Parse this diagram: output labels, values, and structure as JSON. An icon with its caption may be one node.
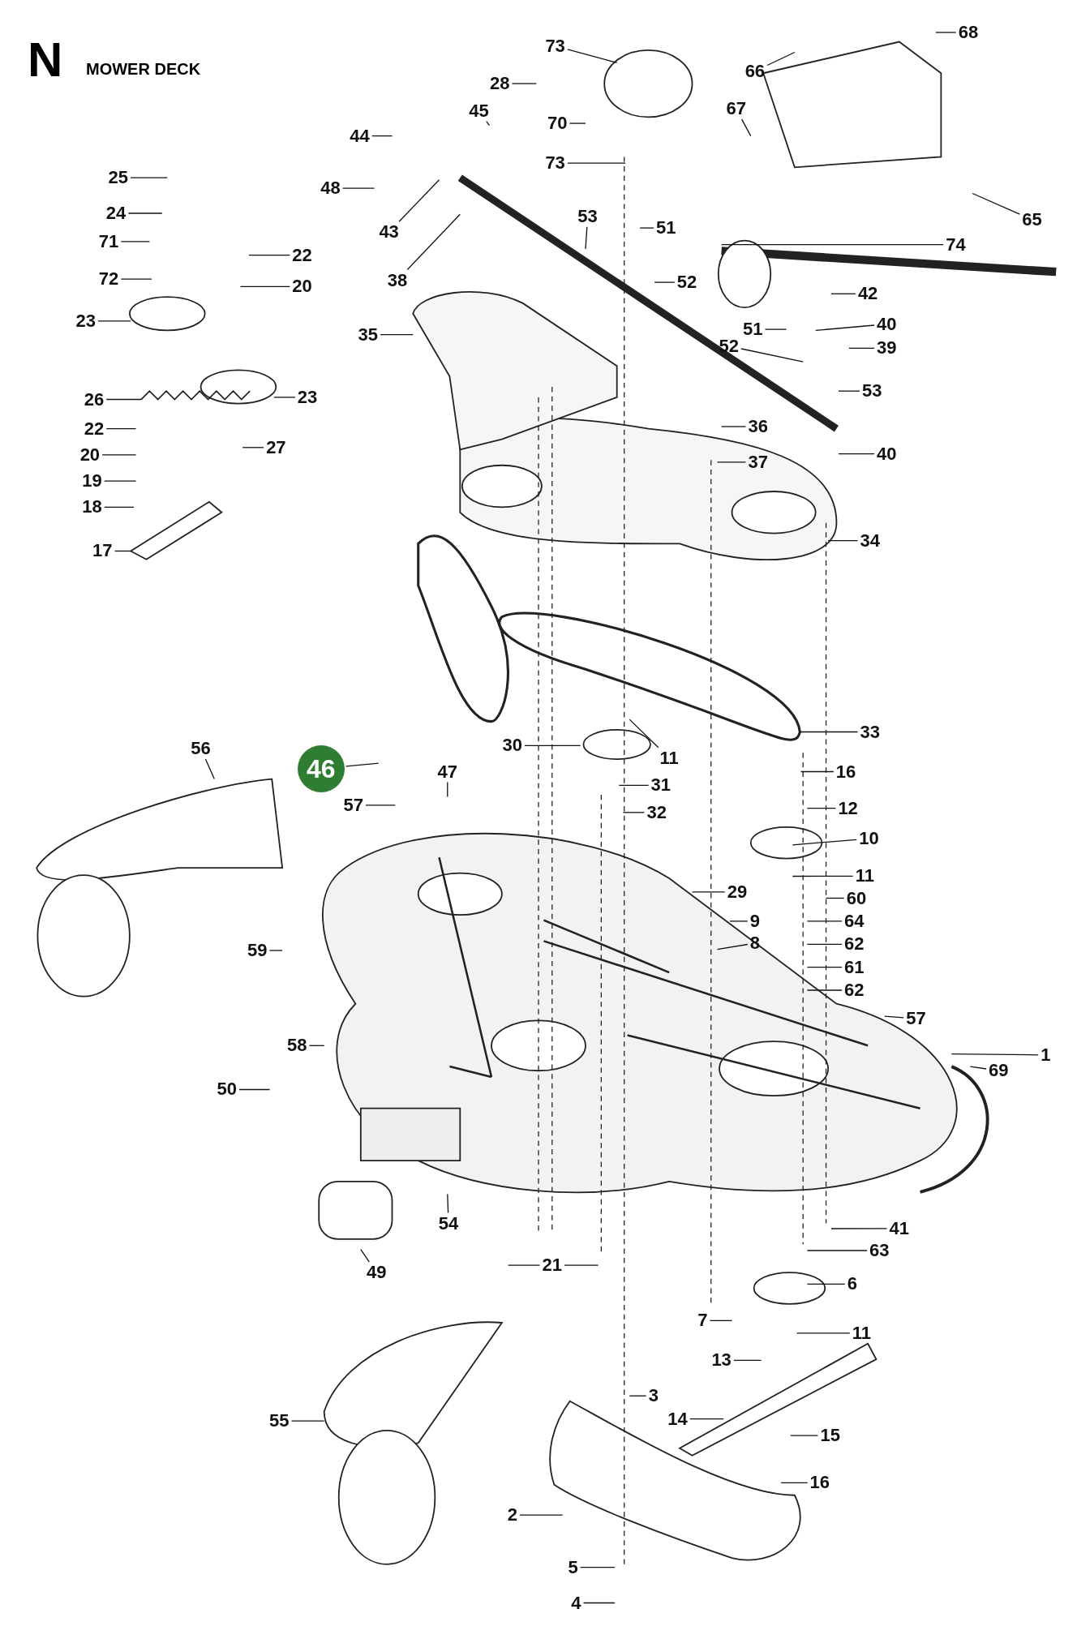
{
  "diagram": {
    "title": "MOWER DECK",
    "labels": [
      "N"
    ],
    "nodes": [
      {
        "text": [
          "25"
        ]
      },
      {
        "text": [
          "24"
        ]
      },
      {
        "text": [
          "71"
        ]
      },
      {
        "text": [
          "72"
        ]
      },
      {
        "text": [
          "23"
        ]
      },
      {
        "text": [
          "22"
        ]
      },
      {
        "text": [
          "20"
        ]
      },
      {
        "text": [
          "26"
        ]
      },
      {
        "text": [
          "23"
        ]
      },
      {
        "text": [
          "22"
        ]
      },
      {
        "text": [
          "20"
        ]
      },
      {
        "text": [
          "19"
        ]
      },
      {
        "text": [
          "18"
        ]
      },
      {
        "text": [
          "27"
        ]
      },
      {
        "text": [
          "17"
        ]
      },
      {
        "text": [
          "73"
        ]
      },
      {
        "text": [
          "28"
        ]
      },
      {
        "text": [
          "70"
        ]
      },
      {
        "text": [
          "73"
        ]
      },
      {
        "text": [
          "45"
        ]
      },
      {
        "text": [
          "44"
        ]
      },
      {
        "text": [
          "48"
        ]
      },
      {
        "text": [
          "43"
        ]
      },
      {
        "text": [
          "38"
        ]
      },
      {
        "text": [
          "53"
        ]
      },
      {
        "text": [
          "51"
        ]
      },
      {
        "text": [
          "52"
        ]
      },
      {
        "text": [
          "35"
        ]
      },
      {
        "text": [
          "66"
        ]
      },
      {
        "text": [
          "67"
        ]
      },
      {
        "text": [
          "68"
        ]
      },
      {
        "text": [
          "65"
        ]
      },
      {
        "text": [
          "74"
        ]
      },
      {
        "text": [
          "42"
        ]
      },
      {
        "text": [
          "40"
        ]
      },
      {
        "text": [
          "51"
        ]
      },
      {
        "text": [
          "52"
        ]
      },
      {
        "text": [
          "39"
        ]
      },
      {
        "text": [
          "53"
        ]
      },
      {
        "text": [
          "36"
        ]
      },
      {
        "text": [
          "37"
        ]
      },
      {
        "text": [
          "40"
        ]
      },
      {
        "text": [
          "34"
        ]
      },
      {
        "text": [
          "30"
        ]
      },
      {
        "text": [
          "11"
        ]
      },
      {
        "text": [
          "33"
        ]
      },
      {
        "text": [
          "46"
        ]
      },
      {
        "text": [
          "57"
        ]
      },
      {
        "text": [
          "47"
        ]
      },
      {
        "text": [
          "31"
        ]
      },
      {
        "text": [
          "32"
        ]
      },
      {
        "text": [
          "56"
        ]
      },
      {
        "text": [
          "16"
        ]
      },
      {
        "text": [
          "12"
        ]
      },
      {
        "text": [
          "10"
        ]
      },
      {
        "text": [
          "11"
        ]
      },
      {
        "text": [
          "29"
        ]
      },
      {
        "text": [
          "60"
        ]
      },
      {
        "text": [
          "9"
        ]
      },
      {
        "text": [
          "64"
        ]
      },
      {
        "text": [
          "8"
        ]
      },
      {
        "text": [
          "62"
        ]
      },
      {
        "text": [
          "61"
        ]
      },
      {
        "text": [
          "62"
        ]
      },
      {
        "text": [
          "59"
        ]
      },
      {
        "text": [
          "57"
        ]
      },
      {
        "text": [
          "58"
        ]
      },
      {
        "text": [
          "1"
        ]
      },
      {
        "text": [
          "69"
        ]
      },
      {
        "text": [
          "50"
        ]
      },
      {
        "text": [
          "54"
        ]
      },
      {
        "text": [
          "41"
        ]
      },
      {
        "text": [
          "63"
        ]
      },
      {
        "text": [
          "21"
        ]
      },
      {
        "text": [
          "49"
        ]
      },
      {
        "text": [
          "6"
        ]
      },
      {
        "text": [
          "7"
        ]
      },
      {
        "text": [
          "11"
        ]
      },
      {
        "text": [
          "13"
        ]
      },
      {
        "text": [
          "3"
        ]
      },
      {
        "text": [
          "14"
        ]
      },
      {
        "text": [
          "15"
        ]
      },
      {
        "text": [
          "55"
        ]
      },
      {
        "text": [
          "16"
        ]
      },
      {
        "text": [
          "2"
        ]
      },
      {
        "text": [
          "5"
        ]
      },
      {
        "text": [
          "4"
        ]
      }
    ],
    "edges": [
      {
        "from": 0,
        "to": null,
        "arrow": "none"
      },
      {
        "from": 1,
        "to": null,
        "arrow": "none"
      },
      {
        "from": 2,
        "to": null,
        "arrow": "none"
      },
      {
        "from": 3,
        "to": null,
        "arrow": "none"
      },
      {
        "from": 4,
        "to": null,
        "arrow": "none"
      },
      {
        "from": 5,
        "to": null,
        "arrow": "none"
      },
      {
        "from": 6,
        "to": null,
        "arrow": "none"
      },
      {
        "from": 7,
        "to": null,
        "arrow": "none"
      },
      {
        "from": 8,
        "to": null,
        "arrow": "none"
      },
      {
        "from": 9,
        "to": null,
        "arrow": "none"
      },
      {
        "from": 10,
        "to": null,
        "arrow": "none"
      },
      {
        "from": 11,
        "to": null,
        "arrow": "none"
      },
      {
        "from": 12,
        "to": null,
        "arrow": "none"
      },
      {
        "from": 13,
        "to": null,
        "arrow": "none"
      },
      {
        "from": 14,
        "to": null,
        "arrow": "none"
      },
      {
        "from": 15,
        "to": null,
        "arrow": "none"
      },
      {
        "from": 16,
        "to": null,
        "arrow": "none"
      },
      {
        "from": 17,
        "to": null,
        "arrow": "none"
      },
      {
        "from": 18,
        "to": null,
        "arrow": "none"
      },
      {
        "from": 19,
        "to": null,
        "arrow": "none"
      },
      {
        "from": 20,
        "to": null,
        "arrow": "none"
      },
      {
        "from": 21,
        "to": null,
        "arrow": "none"
      },
      {
        "from": 22,
        "to": null,
        "arrow": "none"
      },
      {
        "from": 23,
        "to": null,
        "arrow": "none"
      },
      {
        "from": 24,
        "to": null,
        "arrow": "none"
      },
      {
        "from": 25,
        "to": null,
        "arrow": "none"
      },
      {
        "from": 26,
        "to": null,
        "arrow": "none"
      },
      {
        "from": 27,
        "to": null,
        "arrow": "none"
      },
      {
        "from": 28,
        "to": null,
        "arrow": "none"
      },
      {
        "from": 29,
        "to": null,
        "arrow": "none"
      },
      {
        "from": 30,
        "to": null,
        "arrow": "none"
      },
      {
        "from": 31,
        "to": null,
        "arrow": "none"
      },
      {
        "from": 32,
        "to": null,
        "arrow": "none"
      },
      {
        "from": 33,
        "to": null,
        "arrow": "none"
      },
      {
        "from": 34,
        "to": null,
        "arrow": "none"
      },
      {
        "from": 35,
        "to": null,
        "arrow": "none"
      },
      {
        "from": 36,
        "to": null,
        "arrow": "none"
      },
      {
        "from": 37,
        "to": null,
        "arrow": "none"
      },
      {
        "from": 38,
        "to": null,
        "arrow": "none"
      },
      {
        "from": 39,
        "to": null,
        "arrow": "none"
      },
      {
        "from": 40,
        "to": null,
        "arrow": "none"
      },
      {
        "from": 41,
        "to": null,
        "arrow": "none"
      },
      {
        "from": 42,
        "to": null,
        "arrow": "none"
      },
      {
        "from": 43,
        "to": null,
        "arrow": "none"
      },
      {
        "from": 44,
        "to": null,
        "arrow": "none"
      },
      {
        "from": 45,
        "to": null,
        "arrow": "none"
      },
      {
        "from": 46,
        "to": null,
        "arrow": "none"
      },
      {
        "from": 47,
        "to": null,
        "arrow": "none"
      },
      {
        "from": 48,
        "to": null,
        "arrow": "none"
      },
      {
        "from": 49,
        "to": null,
        "arrow": "none"
      },
      {
        "from": 50,
        "to": null,
        "arrow": "none"
      },
      {
        "from": 51,
        "to": null,
        "arrow": "none"
      },
      {
        "from": 52,
        "to": null,
        "arrow": "none"
      },
      {
        "from": 53,
        "to": null,
        "arrow": "none"
      },
      {
        "from": 54,
        "to": null,
        "arrow": "none"
      },
      {
        "from": 55,
        "to": null,
        "arrow": "none"
      },
      {
        "from": 56,
        "to": null,
        "arrow": "none"
      },
      {
        "from": 57,
        "to": null,
        "arrow": "none"
      },
      {
        "from": 58,
        "to": null,
        "arrow": "none"
      },
      {
        "from": 59,
        "to": null,
        "arrow": "none"
      },
      {
        "from": 60,
        "to": null,
        "arrow": "none"
      },
      {
        "from": 61,
        "to": null,
        "arrow": "none"
      },
      {
        "from": 62,
        "to": null,
        "arrow": "none"
      },
      {
        "from": 63,
        "to": null,
        "arrow": "none"
      },
      {
        "from": 64,
        "to": null,
        "arrow": "none"
      },
      {
        "from": 65,
        "to": null,
        "arrow": "none"
      },
      {
        "from": 66,
        "to": null,
        "arrow": "none"
      },
      {
        "from": 67,
        "to": null,
        "arrow": "none"
      },
      {
        "from": 68,
        "to": null,
        "arrow": "none"
      },
      {
        "from": 69,
        "to": null,
        "arrow": "none"
      },
      {
        "from": 70,
        "to": null,
        "arrow": "none"
      },
      {
        "from": 71,
        "to": null,
        "arrow": "none"
      },
      {
        "from": 72,
        "to": null,
        "arrow": "none"
      },
      {
        "from": 73,
        "to": null,
        "arrow": "none"
      },
      {
        "from": 74,
        "to": null,
        "arrow": "none"
      },
      {
        "from": 75,
        "to": null,
        "arrow": "none"
      },
      {
        "from": 76,
        "to": null,
        "arrow": "none"
      },
      {
        "from": 77,
        "to": null,
        "arrow": "none"
      },
      {
        "from": 78,
        "to": null,
        "arrow": "none"
      },
      {
        "from": 79,
        "to": null,
        "arrow": "none"
      },
      {
        "from": 80,
        "to": null,
        "arrow": "none"
      },
      {
        "from": 81,
        "to": null,
        "arrow": "none"
      },
      {
        "from": 82,
        "to": null,
        "arrow": "none"
      },
      {
        "from": 83,
        "to": null,
        "arrow": "none"
      },
      {
        "from": 84,
        "to": null,
        "arrow": "none"
      },
      {
        "from": 85,
        "to": null,
        "arrow": "none"
      },
      {
        "from": 86,
        "to": null,
        "arrow": "none"
      },
      {
        "from": 73,
        "to": null,
        "arrow": "none"
      }
    ]
  }
}
